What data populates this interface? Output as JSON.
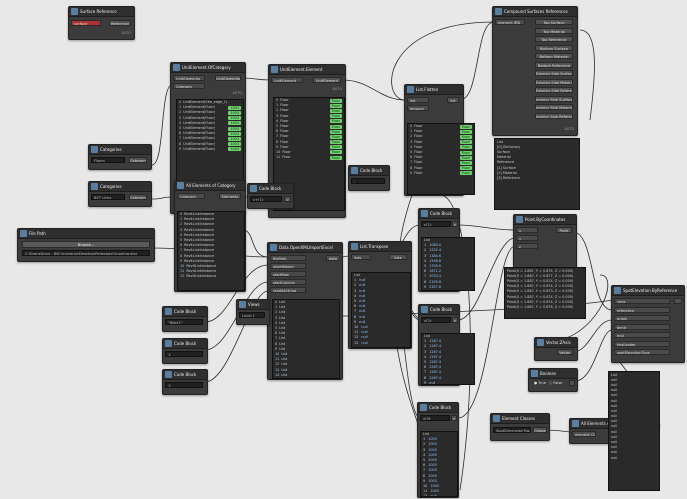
{
  "app": {
    "name": "Dynamo graph canvas"
  },
  "nodes": {
    "surface_reference": {
      "title": "Surface Reference",
      "in_label": "surface",
      "out_label": "Reference",
      "footer": "AUTO"
    },
    "compound_surfaces": {
      "title": "Compound Surfaces References",
      "in_label": "element",
      "in_value": "IRD",
      "outputs": [
        "Top Surface",
        "Top Material",
        "Top Reference",
        "Bottom Surface",
        "Bottom Material",
        "Bottom Reference",
        "Exterior Side Surface",
        "Exterior Side Material",
        "Exterior Side Reference",
        "Interior Side Surface",
        "Interior Side Material",
        "Interior Side Reference"
      ],
      "footer": "AUTO"
    },
    "unit_by_category": {
      "title": "UnitElement.OfCategory",
      "in1": "UnitElements",
      "in2": "Category",
      "out": "UnitElements",
      "footer": "AUTO",
      "preview_head": "List",
      "preview": [
        "UnitElement(Site_edge_1)",
        "UnitElement(Floor)",
        "UnitElement(Floor)",
        "UnitElement(Floor)",
        "UnitElement(Floor)",
        "UnitElement(Floor)",
        "UnitElement(Floor)",
        "UnitElement(Floor)",
        "UnitElement(Floor)",
        "UnitElement(Floor)"
      ],
      "preview_vals": [
        "",
        "1003",
        "1003",
        "1003",
        "1003",
        "1003",
        "1003",
        "1003",
        "1003",
        "1003"
      ]
    },
    "unit_element": {
      "title": "UnitElement.Element",
      "in1": "UnitElement",
      "out": "UnitElement",
      "footer": "AUTO",
      "preview_head": "List",
      "preview": [
        "Floor",
        "Floor",
        "Floor",
        "Floor",
        "Floor",
        "Floor",
        "Floor",
        "Floor",
        "Floor",
        "Floor",
        "Floor",
        "Floor"
      ],
      "preview_vals": [
        "Floor",
        "Floor",
        "Floor",
        "Floor",
        "Floor",
        "Floor",
        "Floor",
        "Floor",
        "Floor",
        "Floor",
        "Floor",
        "Floor"
      ]
    },
    "list_flatten": {
      "title": "List.Flatten",
      "in1": "list",
      "in2": "amount",
      "out": "list",
      "footer": "AUTO",
      "preview_head": "List",
      "preview": [
        "Floor",
        "Floor",
        "Floor",
        "Floor",
        "Floor",
        "Floor",
        "Floor",
        "Floor",
        "Floor",
        "Floor"
      ],
      "preview_vals": [
        "Floor",
        "Floor",
        "Floor",
        "Floor",
        "Floor",
        "Floor",
        "Floor",
        "Floor",
        "Floor",
        "Floor"
      ]
    },
    "categories1": {
      "title": "Categories",
      "value": "Floors",
      "out": "Category"
    },
    "categories2": {
      "title": "Categories",
      "value": "BVT Links",
      "out": "Category"
    },
    "all_elements_cat": {
      "title": "All Elements of Category",
      "in1": "Category",
      "out": "Elements",
      "footer": "AUTO",
      "preview_head": "List",
      "preview": [
        "RevitLinkInstance",
        "RevitLinkInstance",
        "RevitLinkInstance",
        "RevitLinkInstance",
        "RevitLinkInstance",
        "RevitLinkInstance",
        "RevitLinkInstance",
        "RevitLinkInstance",
        "RevitLinkInstance",
        "RevitLinkInstance",
        "RevitLinkInstance",
        "RevitLinkInstance",
        "RevitLinkInstance"
      ],
      "preview_vals": [
        "",
        "",
        "",
        "",
        "",
        "",
        "",
        "",
        "",
        "",
        "",
        "",
        ""
      ]
    },
    "code_block_top": {
      "title": "Code Block",
      "code": "x+(1);",
      "out": ">"
    },
    "code_block_mid": {
      "title": "Code Block",
      "code": ";"
    },
    "file_path": {
      "title": "File Path",
      "browse": "Browse...",
      "path": "C:\\DroneDrive - BW Industrial\\Desktop\\Pedestals\\Grouting.xlsx"
    },
    "excel": {
      "title": "Data.OpenXMLImportExcel",
      "inputs": [
        "filePath",
        "sheetName",
        "startRow",
        "startColumn",
        "readAsString"
      ],
      "out": "data",
      "footer": "AUTO",
      "preview_head": "List",
      "preview": [
        "List",
        "List",
        "List",
        "List",
        "List",
        "List",
        "List",
        "List",
        "List",
        "List",
        "List",
        "List",
        "List",
        "List",
        "List"
      ]
    },
    "views": {
      "title": "Views",
      "value": "Level 1"
    },
    "list_transpose": {
      "title": "List.Transpose",
      "in1": "lists",
      "out": "lists",
      "footer": "AUTO",
      "preview_head": "List",
      "preview": [
        "List",
        "1",
        "2",
        "3",
        "4",
        "5",
        "6",
        "7",
        "8",
        "9",
        "10",
        "11",
        "12",
        "13"
      ],
      "preview_vals": [
        "",
        "null",
        "null",
        "null",
        "null",
        "null",
        "null",
        "null",
        "null",
        "null",
        "null",
        "null",
        "null",
        "null"
      ]
    },
    "code_block_a": {
      "title": "Code Block",
      "code": "\"Blatt1\";"
    },
    "code_block_b": {
      "title": "Code Block",
      "code": "1;"
    },
    "code_block_c": {
      "title": "Code Block",
      "code": "1;"
    },
    "code_block_r1": {
      "title": "Code Block",
      "code": "x[1];",
      "out": ">",
      "preview": [
        "List",
        "1",
        "2",
        "3",
        "4",
        "5",
        "6",
        "7",
        "8",
        "9",
        "10",
        "11"
      ],
      "preview_vals": [
        "",
        "1060.0",
        "1222.4",
        "1384.6",
        "1546.8",
        "1709.0",
        "1871.2",
        "2033.4",
        "2195.6",
        "2357.8",
        "2520.0",
        "null"
      ]
    },
    "code_block_r2": {
      "title": "Code Block",
      "code": "x[2];",
      "out": ">",
      "preview": [
        "List",
        "1",
        "2",
        "3",
        "4",
        "5",
        "6",
        "7",
        "8",
        "9",
        "10"
      ],
      "preview_vals": [
        "",
        "1267.4",
        "1267.4",
        "1267.4",
        "1267.4",
        "1267.4",
        "1267.4",
        "1267.4",
        "1267.4",
        "null",
        "null"
      ]
    },
    "code_block_r3": {
      "title": "Code Block",
      "code": "x[3];",
      "out": ">",
      "preview": [
        "List",
        "1",
        "2",
        "3",
        "4",
        "5",
        "6",
        "7",
        "8",
        "9",
        "10",
        "11",
        "12",
        "13",
        "14",
        "15"
      ],
      "preview_vals": [
        "",
        "1003",
        "1003",
        "1003",
        "1003",
        "1003",
        "1003",
        "1003",
        "1003",
        "1003",
        "1003",
        "1003",
        "null",
        "null",
        "null",
        "null"
      ]
    },
    "point_by_coords": {
      "title": "Point.ByCoordinates",
      "inputs": [
        "x",
        "y",
        "z"
      ],
      "out": "Point",
      "footer": "AUTO",
      "preview_head": "List",
      "preview": [
        "Point(X = 1.887, Y = 0.874, Z = 0.000)",
        "Point(X = 1.887, Y = 0.877, Z = 0.000)",
        "Point(X = 1.887, Y = 0.874, Z = 0.000)",
        "Point(X = 1.887, Y = 0.874, Z = 0.000)",
        "Point(X = 1.887, Y = 0.873, Z = 0.000)",
        "Point(X = 1.887, Y = 0.874, Z = 0.000)",
        "Point(X = 1.887, Y = 0.874, Z = 0.000)",
        "Point(X = 1.887, Y = 0.876, Z = 0.000)"
      ]
    },
    "element_tree": {
      "preview": [
        "List",
        "[0] Dictionary",
        "  Surface",
        "  Material",
        "  Reference",
        "[1] Surface",
        "[2] Material",
        "[3] Reference"
      ]
    },
    "spot_elevation": {
      "title": "SpotElevation.ByReference",
      "inputs": [
        "view",
        "reference",
        "origin",
        "bend",
        "end",
        "hasLeader",
        "spotElevationType"
      ],
      "out": "SpotElevation",
      "footer": "AUTO"
    },
    "vector_zaxis": {
      "title": "Vector.ZAxis",
      "out": "Vector"
    },
    "boolean": {
      "title": "Boolean",
      "true_label": "True",
      "false_label": "False"
    },
    "element_classes": {
      "title": "Element Classes",
      "value": "SpotDimensionType",
      "out": "Classes"
    },
    "all_elements_type": {
      "title": "All Elements o...",
      "in1": "element Class",
      "footer": "AUTO",
      "preview": [
        "List",
        "null",
        "null",
        "null",
        "null",
        "null",
        "null",
        "null",
        "null",
        "null",
        "null",
        "null",
        "null",
        "null",
        "null",
        "null",
        "null"
      ]
    }
  }
}
